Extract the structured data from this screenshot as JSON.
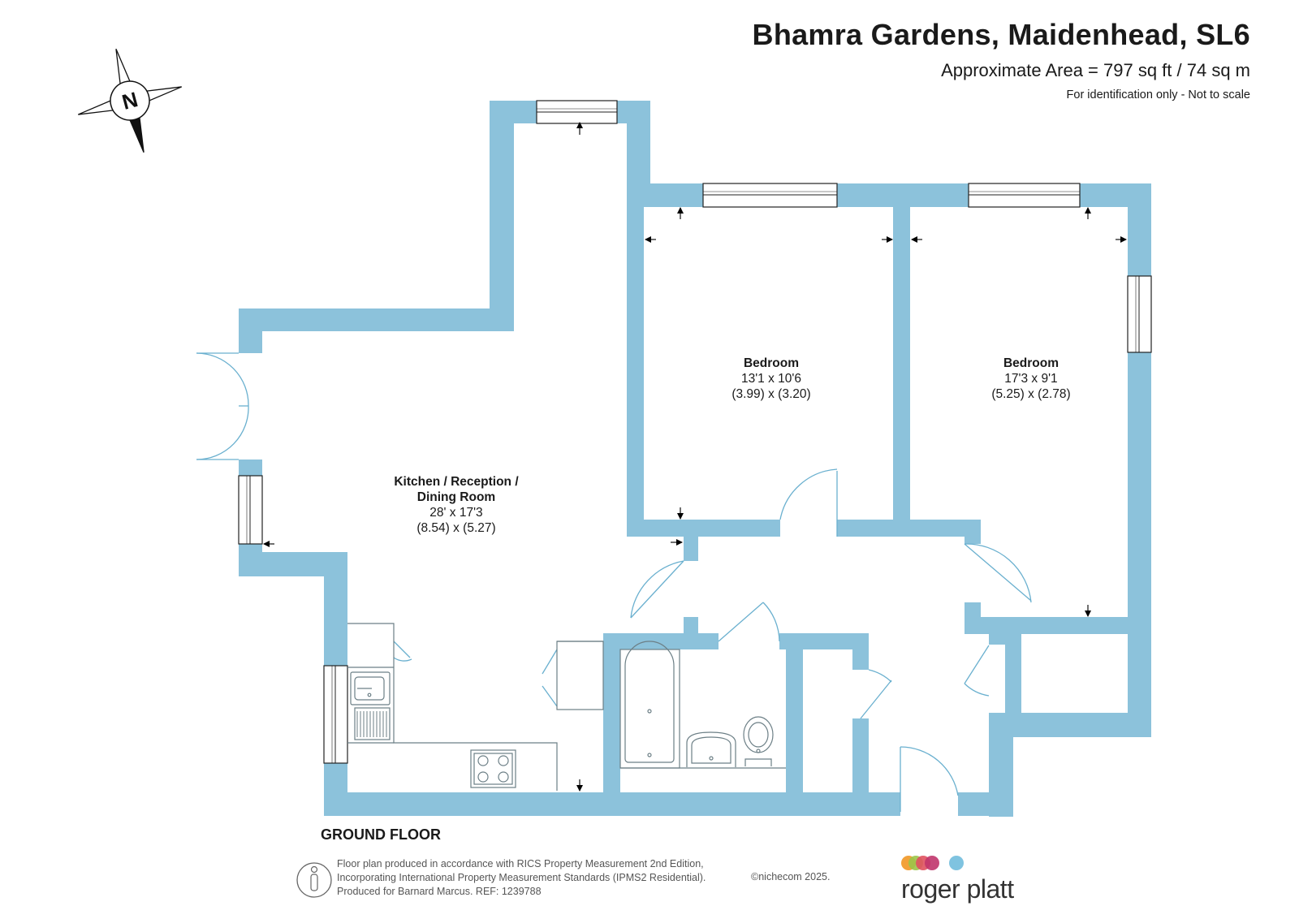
{
  "header": {
    "title": "Bhamra Gardens, Maidenhead, SL6",
    "area": "Approximate Area = 797 sq ft / 74 sq m",
    "identification": "For identification only - Not to scale"
  },
  "compass": {
    "label": "N",
    "icon": "compass-rose-icon"
  },
  "rooms": [
    {
      "name": "Bedroom",
      "imperial": "13'1 x 10'6",
      "metric": "(3.99) x (3.20)"
    },
    {
      "name": "Bedroom",
      "imperial": "17'3 x 9'1",
      "metric": "(5.25) x (2.78)"
    },
    {
      "name_line1": "Kitchen / Reception /",
      "name_line2": "Dining Room",
      "imperial": "28' x 17'3",
      "metric": "(8.54) x (5.27)"
    }
  ],
  "floor_label": "GROUND FLOOR",
  "footer": {
    "line1": "Floor plan produced in accordance with RICS Property Measurement 2nd Edition,",
    "line2": "Incorporating International Property Measurement Standards (IPMS2 Residential).",
    "line3": "Produced for Barnard Marcus.   REF: 1239788",
    "copyright": "©nichecom 2025.",
    "brand": "roger platt",
    "info_icon": "person-info-icon"
  },
  "colors": {
    "wall": "#8cc2db",
    "door": "#6ab0cf",
    "brand_dots": [
      "#f2a13a",
      "#9bc54a",
      "#e0525f",
      "#c0356b",
      "#7fc3e0"
    ]
  }
}
